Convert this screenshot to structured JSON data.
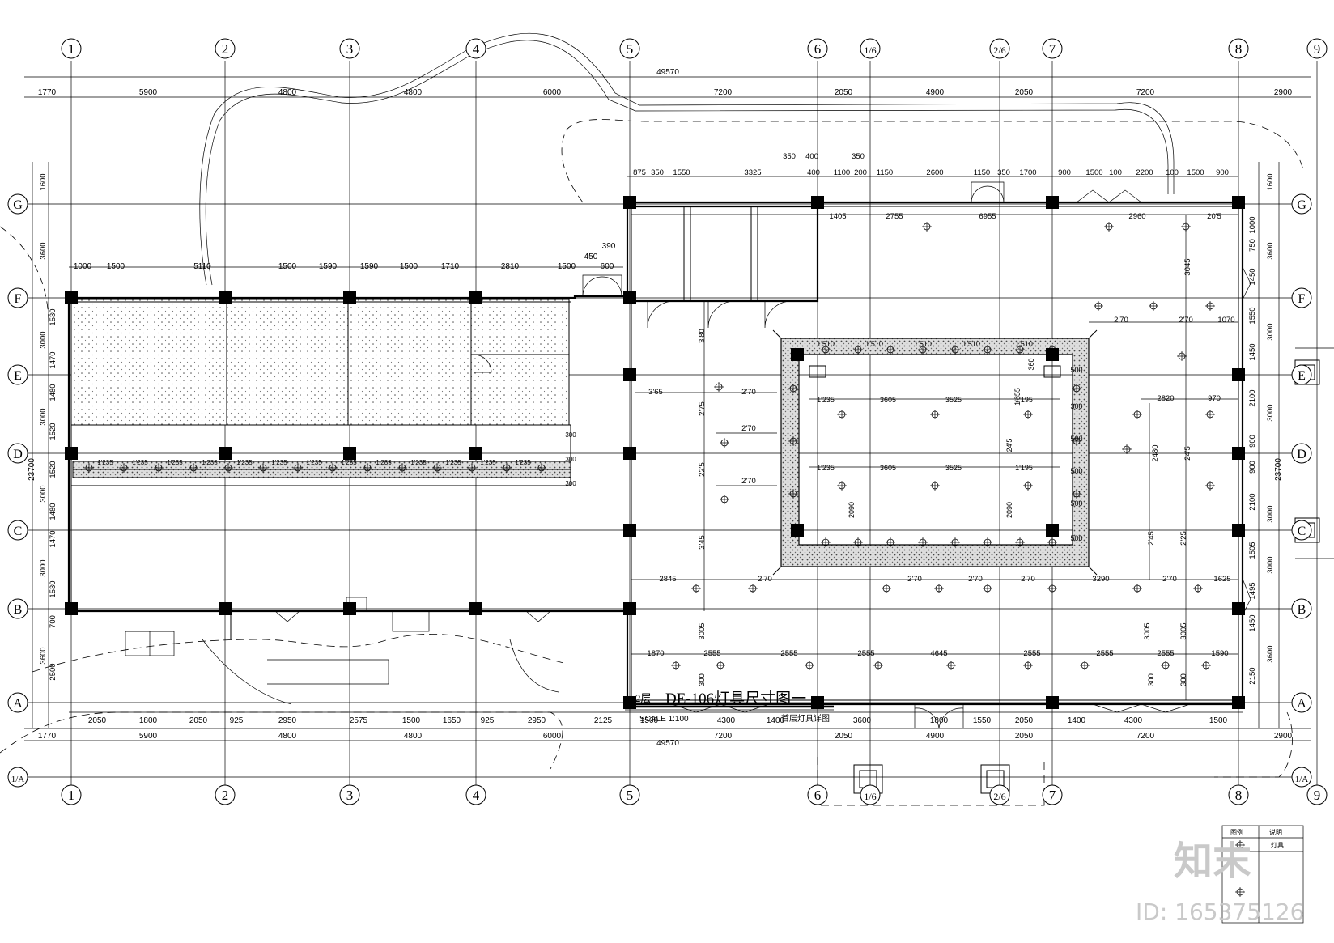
{
  "overall_dim": "49570",
  "overall_dim_v": "23700",
  "dims_top": [
    "1770",
    "5900",
    "4800",
    "4800",
    "6000",
    "7200",
    "2050",
    "4900",
    "2050",
    "7200",
    "2900"
  ],
  "dims_bottom": [
    "2050",
    "1800",
    "2050",
    "925",
    "2950",
    "2575",
    "1500",
    "1650",
    "925",
    "2950",
    "2125",
    "1500",
    "4300",
    "1400",
    "3600",
    "1800",
    "1550",
    "2050",
    "1400",
    "4300",
    "1500"
  ],
  "dims_bottom2": [
    "1770",
    "5900",
    "4800",
    "4800",
    "6000",
    "7200",
    "2050",
    "4900",
    "2050",
    "7200",
    "2900"
  ],
  "dims_left_g": [
    "1600",
    "3600",
    "1530",
    "3000",
    "1470",
    "1480",
    "3000",
    "1520",
    "1520",
    "3000",
    "1480",
    "1470",
    "3000",
    "1530",
    "700",
    "3600",
    "2500"
  ],
  "dims_right": [
    "1600",
    "1000",
    "750",
    "3600",
    "1450",
    "1550",
    "3000",
    "1450",
    "2100",
    "3000",
    "900",
    "900",
    "2100",
    "3000",
    "1505",
    "1495",
    "3000",
    "1450",
    "3600",
    "2150"
  ],
  "dims_upper_row": [
    "1000",
    "1500",
    "5110",
    "1500",
    "1590",
    "1590",
    "1500",
    "1710",
    "2810",
    "1500",
    "450",
    "390",
    "600"
  ],
  "dims_room_top": [
    "875",
    "350",
    "1550",
    "3325",
    "350",
    "400",
    "400",
    "1100",
    "200",
    "350",
    "1150",
    "2600",
    "1150",
    "350",
    "1700",
    "900",
    "1500",
    "100",
    "2200",
    "100",
    "1500",
    "900"
  ],
  "dims_interior": [
    "1405",
    "2755",
    "6955",
    "2960",
    "20'5",
    "3045",
    "2'70",
    "2'70",
    "1070",
    "3'65",
    "2'70",
    "3'80",
    "2'75",
    "2'70",
    "22'5",
    "2'70",
    "3'45",
    "2820",
    "970",
    "2480",
    "24'5",
    "2'45",
    "2'25",
    "2845",
    "2'70",
    "2'70",
    "2'70",
    "2'70",
    "3290",
    "2'70",
    "1625",
    "1870",
    "2555",
    "2555",
    "2555",
    "4645",
    "2555",
    "2555",
    "2555",
    "1590",
    "3005",
    "3005",
    "3005",
    "300",
    "300",
    "300"
  ],
  "dims_courtyard": [
    "1'510",
    "1'510",
    "1'510",
    "1'510",
    "1'510",
    "1'235",
    "3605",
    "3525",
    "1'195",
    "1'235",
    "3605",
    "3525",
    "1'195",
    "2090",
    "2090",
    "24'5",
    "1'855",
    "360",
    "300",
    "500",
    "500",
    "500",
    "500",
    "500"
  ],
  "dims_corridor": [
    "1'235",
    "1'235",
    "1'235",
    "1'235",
    "1'235",
    "1'235",
    "1'235",
    "1'235",
    "1'235",
    "1'235",
    "1'235",
    "1'235",
    "1'235",
    "300",
    "300",
    "300"
  ],
  "axes_top": [
    "1",
    "2",
    "3",
    "4",
    "5",
    "6",
    "1/6",
    "2/6",
    "7",
    "8",
    "9"
  ],
  "axes_bottom": [
    "1",
    "2",
    "3",
    "4",
    "5",
    "6",
    "1/6",
    "2/6",
    "7",
    "8",
    "9"
  ],
  "axes_side": [
    "G",
    "F",
    "E",
    "D",
    "C",
    "B",
    "A",
    "1/A"
  ],
  "title": {
    "prefix": "2层",
    "main": "DE-106灯具尺寸图一",
    "sub_left": "SCALE  1:100",
    "sub_right": "首层灯具详图"
  },
  "legend": {
    "col1": "图例",
    "col2": "说明",
    "row1": "灯具"
  },
  "watermark": {
    "brand": "知末",
    "id": "ID: 165375126"
  }
}
